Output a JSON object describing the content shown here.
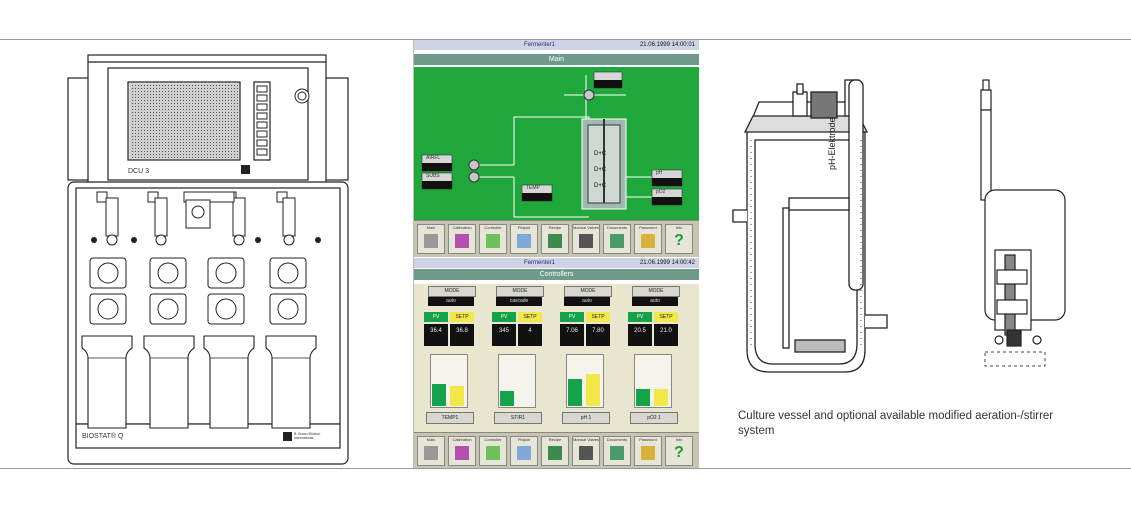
{
  "device": {
    "dcu_label": "DCU 3",
    "brand_label": "BIOSTAT® Q",
    "logo_text": "B. Braun Biotech International"
  },
  "screen_top": {
    "title": "Fermenter1",
    "datetime": "21.06.1999  14:00:01",
    "header": "Main",
    "tags": [
      "AIRFL",
      "SUBS",
      "TEMP",
      "pH",
      "pO2"
    ]
  },
  "screen_bottom": {
    "title": "Fermenter1",
    "datetime": "21.06.1999  14:00:42",
    "header": "Controllers",
    "columns": [
      {
        "mode": "MODE",
        "mode_value": "auto",
        "pv": "36.4",
        "sp": "36.8",
        "name": "TEMP1"
      },
      {
        "mode": "MODE",
        "mode_value": "cascade",
        "pv": "345",
        "sp": "4",
        "name": "STIR1"
      },
      {
        "mode": "MODE",
        "mode_value": "auto",
        "pv": "7.06",
        "sp": "7.80",
        "name": "pH 1"
      },
      {
        "mode": "MODE",
        "mode_value": "auto",
        "pv": "20.5",
        "sp": "21.0",
        "name": "pO2 1"
      }
    ],
    "pv_label": "PV",
    "sp_label": "SETP"
  },
  "toolbar": {
    "buttons": [
      "Main",
      "Calibration",
      "Controller",
      "Pidplot",
      "Recipe",
      "Manual Valves",
      "Documents",
      "Password",
      "Info"
    ]
  },
  "drawings": {
    "electrode_label": "pH-Elektrode",
    "caption": "Culture vessel and optional available modified aeration-/stirrer system"
  },
  "colors": {
    "screen_green": "#21a83c",
    "pv_green": "#14a34a",
    "sp_yellow": "#f2e84a"
  }
}
